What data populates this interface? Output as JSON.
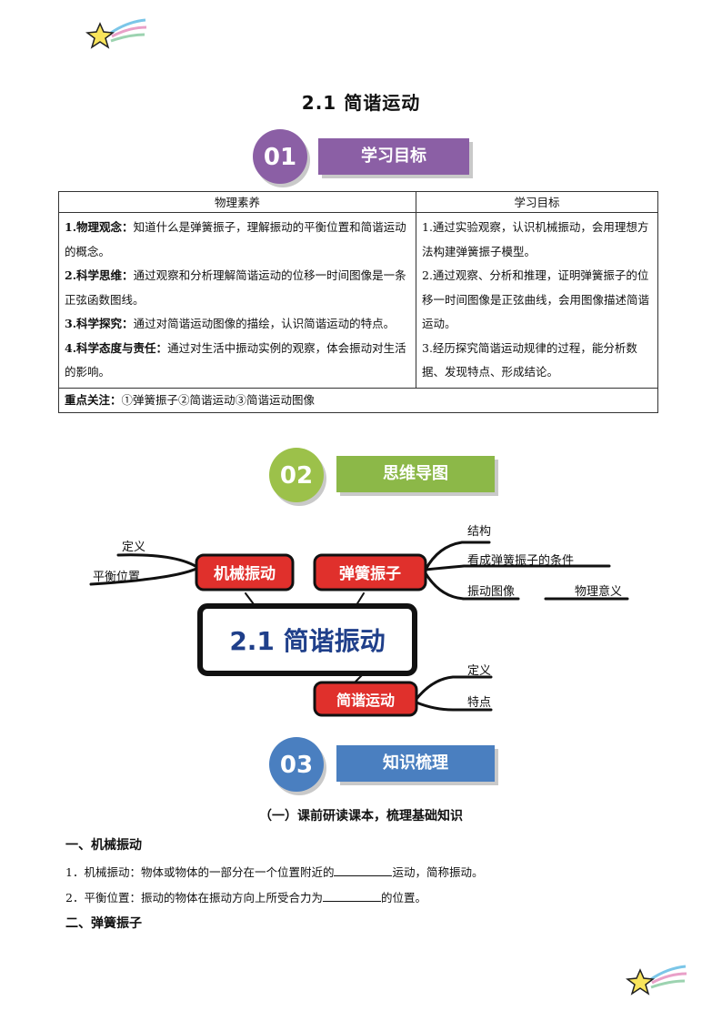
{
  "title": "2.1  简谐运动",
  "sections": [
    {
      "number": "01",
      "label": "学习目标",
      "circle_color": "#8b5fa5",
      "bar_color": "#8b5fa5"
    },
    {
      "number": "02",
      "label": "思维导图",
      "circle_color": "#9cc14a",
      "bar_color": "#8cb848"
    },
    {
      "number": "03",
      "label": "知识梳理",
      "circle_color": "#4a7fc0",
      "bar_color": "#4a7fc0"
    }
  ],
  "table": {
    "col1_header": "物理素养",
    "col2_header": "学习目标",
    "col1_items": [
      {
        "label": "1.物理观念：",
        "text": "知道什么是弹簧振子，理解振动的平衡位置和简谐运动的概念。"
      },
      {
        "label": "2.科学思维：",
        "text": "通过观察和分析理解简谐运动的位移一时间图像是一条正弦函数图线。"
      },
      {
        "label": "3.科学探究：",
        "text": "通过对简谐运动图像的描绘，认识简谐运动的特点。"
      },
      {
        "label": "4.科学态度与责任：",
        "text": "通过对生活中振动实例的观察，体会振动对生活的影响。"
      }
    ],
    "col2_items": [
      "1.通过实验观察，认识机械振动，会用理想方法构建弹簧振子模型。",
      "2.通过观察、分析和推理，证明弹簧振子的位移一时间图像是正弦曲线，会用图像描述简谐运动。",
      "3.经历探究简谐运动规律的过程，能分析数据、发现特点、形成结论。"
    ],
    "focus_label": "重点关注：",
    "focus_text": "①弹簧振子②简谐运动③简谐运动图像"
  },
  "mindmap": {
    "center": "2.1 简谐振动",
    "node_jixie": "机械振动",
    "node_tanhuang": "弹簧振子",
    "node_jianxie": "简谐运动",
    "leaf_dingyi1": "定义",
    "leaf_pingheng": "平衡位置",
    "leaf_jiegou": "结构",
    "leaf_tiaojian": "看成弹簧振子的条件",
    "leaf_tuxiang": "振动图像",
    "leaf_yiyi": "物理意义",
    "leaf_dingyi2": "定义",
    "leaf_tedian": "特点",
    "node_color": "#e0302c"
  },
  "knowledge": {
    "section_title": "（一）课前研读课本，梳理基础知识",
    "h1": "一、机械振动",
    "item1_before": "1．机械振动：物体或物体的一部分在一个位置附近的",
    "item1_after": "运动，简称振动。",
    "item2_before": "2．平衡位置：振动的物体在振动方向上所受合力为",
    "item2_after": "的位置。",
    "h2": "二、弹簧振子"
  }
}
